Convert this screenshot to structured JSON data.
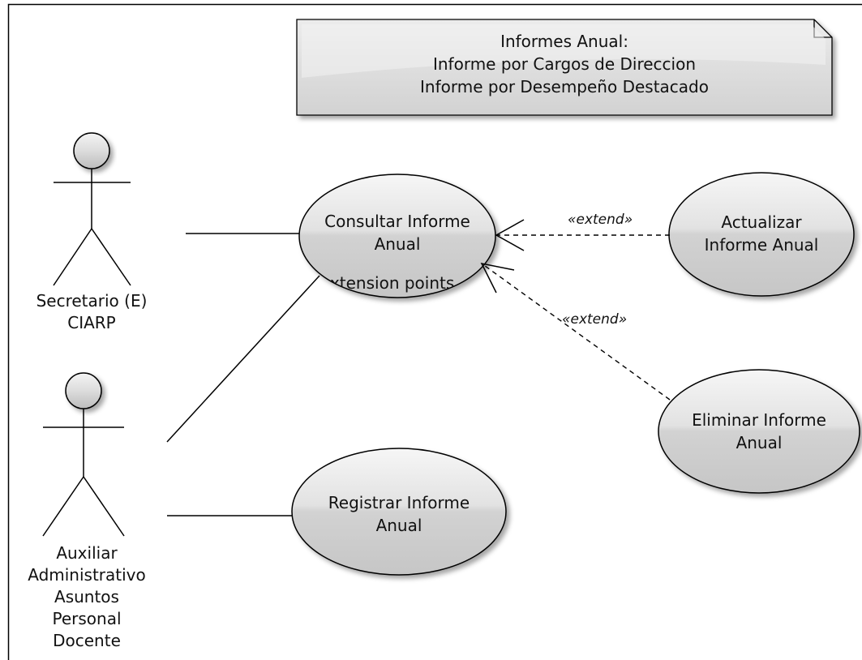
{
  "note": {
    "lines": [
      "Informes Anual:",
      "Informe por Cargos de Direccion",
      "Informe por Desempeño Destacado"
    ]
  },
  "actors": {
    "secretario": {
      "lines": [
        "Secretario (E)",
        "CIARP"
      ]
    },
    "auxiliar": {
      "lines": [
        "Auxiliar",
        "Administrativo",
        "Asuntos",
        "Personal",
        "Docente"
      ]
    }
  },
  "usecases": {
    "consultar": {
      "lines": [
        "Consultar Informe",
        "Anual"
      ],
      "extension_points": "extension points"
    },
    "actualizar": {
      "lines": [
        "Actualizar",
        "Informe Anual"
      ]
    },
    "eliminar": {
      "lines": [
        "Eliminar Informe",
        "Anual"
      ]
    },
    "registrar": {
      "lines": [
        "Registrar Informe",
        "Anual"
      ]
    }
  },
  "relations": {
    "extend_1": "«extend»",
    "extend_2": "«extend»"
  },
  "colors": {
    "usecase_fill": "#d4d4d4",
    "usecase_highlight": "#efefef",
    "note_fill": "#d9d9d9",
    "stroke": "#000000"
  }
}
